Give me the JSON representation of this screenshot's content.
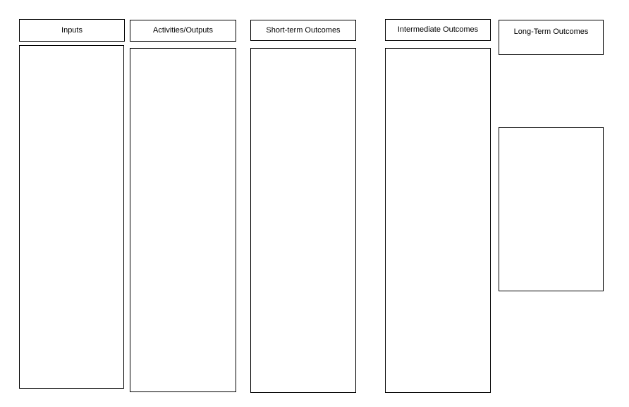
{
  "diagram": {
    "type": "logic-model-template",
    "columns": [
      {
        "label": "Inputs"
      },
      {
        "label": "Activities/Outputs"
      },
      {
        "label": "Short-term Outcomes"
      },
      {
        "label": "Intermediate Outcomes"
      },
      {
        "label": "Long-Term Outcomes"
      }
    ],
    "colors": {
      "border": "#000000",
      "background": "#ffffff",
      "text": "#000000"
    }
  }
}
